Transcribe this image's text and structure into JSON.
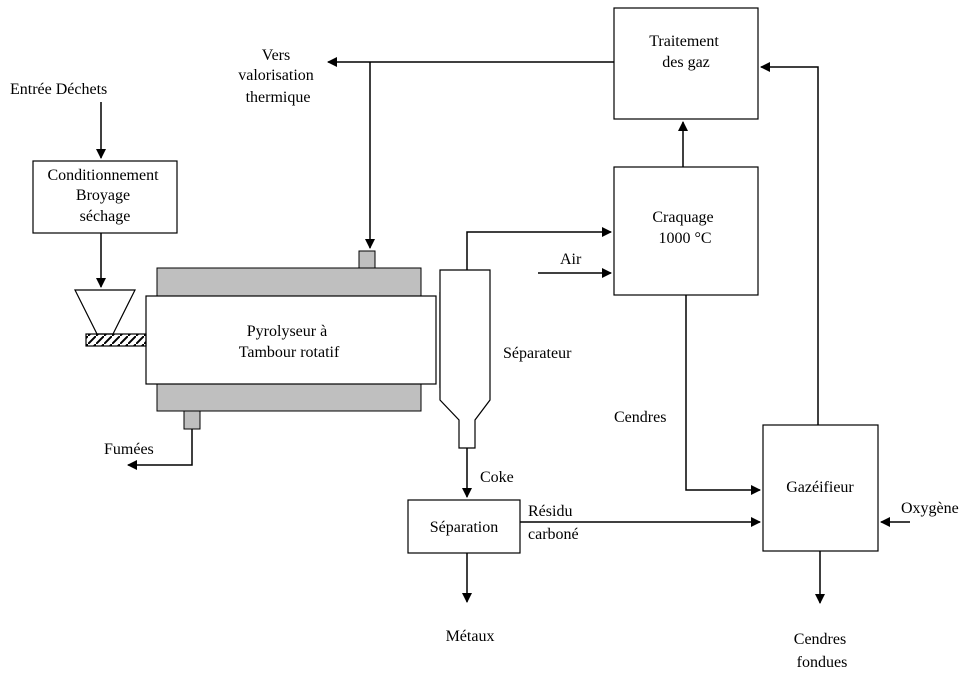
{
  "colors": {
    "stroke": "#000000",
    "background": "#ffffff",
    "drum_fill": "#bfbfbf",
    "nozzle_fill": "#bfbfbf"
  },
  "labels": {
    "waste_input": "Entrée Déchets",
    "conditioning": [
      "Conditionnement",
      "Broyage",
      "séchage"
    ],
    "to_thermal_recovery": [
      "Vers",
      "valorisation",
      "thermique"
    ],
    "gas_treatment": [
      "Traitement",
      "des gaz"
    ],
    "pyrolyser": [
      "Pyrolyseur à",
      "Tambour rotatif"
    ],
    "fumes": "Fumées",
    "separator": "Séparateur",
    "cracking": [
      "Craquage",
      "1000 °C"
    ],
    "air": "Air",
    "ashes": "Cendres",
    "coke": "Coke",
    "separation": "Séparation",
    "carbon_residue": [
      "Résidu",
      "carboné"
    ],
    "gasifier": "Gazéifieur",
    "oxygen": "Oxygène",
    "metals": "Métaux",
    "molten_ashes": [
      "Cendres",
      "fondues"
    ]
  }
}
